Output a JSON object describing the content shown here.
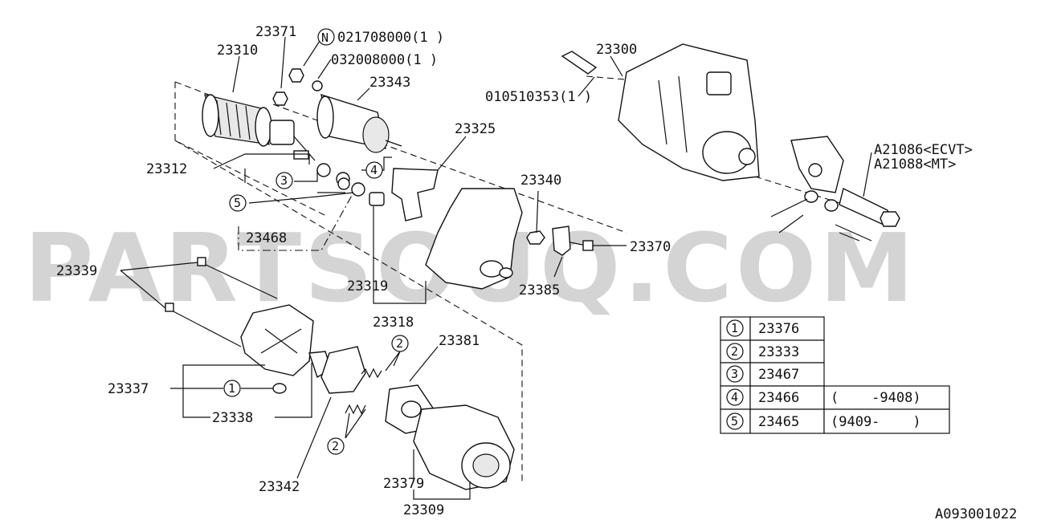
{
  "watermark": "PARTSOUQ.COM",
  "diagram_code": "A093001022",
  "labels": {
    "p23371": "23371",
    "p23310": "23310",
    "n021708000": "021708000(1 )",
    "n_marker": "N",
    "p032008000": "032008000(1 )",
    "p23343": "23343",
    "p23300": "23300",
    "p010510353": "010510353(1 )",
    "p23325": "23325",
    "p23312": "23312",
    "p23340": "23340",
    "pA21086": "A21086<ECVT>",
    "pA21088": "A21088<MT>",
    "p23468": "23468",
    "p23370": "23370",
    "p23339": "23339",
    "p23319": "23319",
    "p23385": "23385",
    "p23318": "23318",
    "p23381": "23381",
    "p23337": "23337",
    "p23338": "23338",
    "p23342": "23342",
    "p23379": "23379",
    "p23309": "23309",
    "c1": "1",
    "c2": "2",
    "c3": "3",
    "c4": "4",
    "c5": "5"
  },
  "legend": [
    {
      "num": "1",
      "part": "23376",
      "note": ""
    },
    {
      "num": "2",
      "part": "23333",
      "note": ""
    },
    {
      "num": "3",
      "part": "23467",
      "note": ""
    },
    {
      "num": "4",
      "part": "23466",
      "note": "(    -9408)"
    },
    {
      "num": "5",
      "part": "23465",
      "note": "(9409-    )"
    }
  ]
}
